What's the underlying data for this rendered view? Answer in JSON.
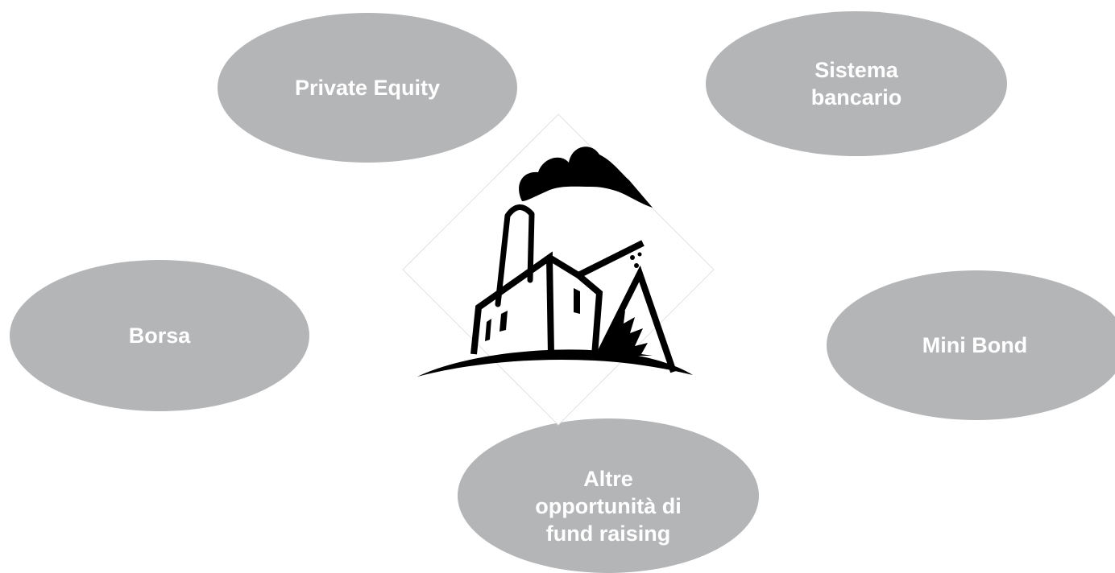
{
  "diagram": {
    "center": {
      "icon": "factory-icon"
    },
    "nodes": [
      {
        "id": "private_equity",
        "label": "Private Equity"
      },
      {
        "id": "sistema_bancario",
        "label": "Sistema\nbancario"
      },
      {
        "id": "borsa",
        "label": "Borsa"
      },
      {
        "id": "mini_bond",
        "label": "Mini Bond"
      },
      {
        "id": "altre",
        "label": "Altre\nopportunità di\nfund raising"
      }
    ]
  },
  "colors": {
    "bubble_fill": "#b4b5b7",
    "bubble_text": "#ffffff",
    "icon": "#000000"
  }
}
